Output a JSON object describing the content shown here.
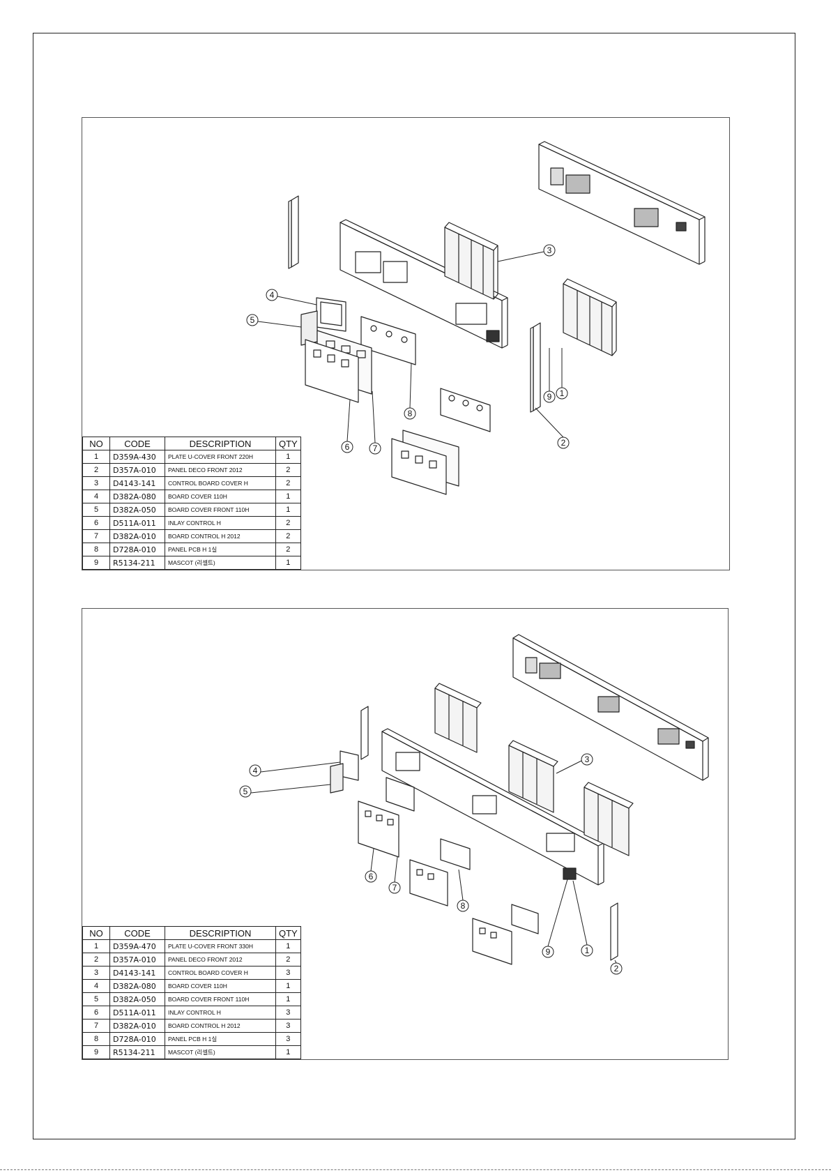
{
  "header": {
    "no": "NO",
    "code": "CODE",
    "description": "DESCRIPTION",
    "qty": "QTY"
  },
  "assemblies": [
    {
      "callouts": [
        "1",
        "2",
        "3",
        "4",
        "5",
        "6",
        "7",
        "8",
        "9"
      ],
      "parts": [
        {
          "no": "1",
          "code": "D359A-430",
          "description": "PLATE U-COVER FRONT 220H",
          "qty": "1"
        },
        {
          "no": "2",
          "code": "D357A-010",
          "description": "PANEL DECO FRONT 2012",
          "qty": "2"
        },
        {
          "no": "3",
          "code": "D4143-141",
          "description": "CONTROL BOARD COVER H",
          "qty": "2"
        },
        {
          "no": "4",
          "code": "D382A-080",
          "description": "BOARD COVER 110H",
          "qty": "1"
        },
        {
          "no": "5",
          "code": "D382A-050",
          "description": "BOARD COVER FRONT 110H",
          "qty": "1"
        },
        {
          "no": "6",
          "code": "D511A-011",
          "description": "INLAY CONTROL H",
          "qty": "2"
        },
        {
          "no": "7",
          "code": "D382A-010",
          "description": "BOARD CONTROL H 2012",
          "qty": "2"
        },
        {
          "no": "8",
          "code": "D728A-010",
          "description": "PANEL PCB H 1실",
          "qty": "2"
        },
        {
          "no": "9",
          "code": "R5134-211",
          "description": "MASCOT (리셀트)",
          "qty": "1"
        }
      ]
    },
    {
      "callouts": [
        "1",
        "2",
        "3",
        "4",
        "5",
        "6",
        "7",
        "8",
        "9"
      ],
      "parts": [
        {
          "no": "1",
          "code": "D359A-470",
          "description": "PLATE U-COVER FRONT 330H",
          "qty": "1"
        },
        {
          "no": "2",
          "code": "D357A-010",
          "description": "PANEL DECO FRONT 2012",
          "qty": "2"
        },
        {
          "no": "3",
          "code": "D4143-141",
          "description": "CONTROL BOARD COVER H",
          "qty": "3"
        },
        {
          "no": "4",
          "code": "D382A-080",
          "description": "BOARD COVER 110H",
          "qty": "1"
        },
        {
          "no": "5",
          "code": "D382A-050",
          "description": "BOARD COVER FRONT 110H",
          "qty": "1"
        },
        {
          "no": "6",
          "code": "D511A-011",
          "description": "INLAY CONTROL H",
          "qty": "3"
        },
        {
          "no": "7",
          "code": "D382A-010",
          "description": "BOARD CONTROL H 2012",
          "qty": "3"
        },
        {
          "no": "8",
          "code": "D728A-010",
          "description": "PANEL PCB H 1실",
          "qty": "3"
        },
        {
          "no": "9",
          "code": "R5134-211",
          "description": "MASCOT (리셀트)",
          "qty": "1"
        }
      ]
    }
  ]
}
